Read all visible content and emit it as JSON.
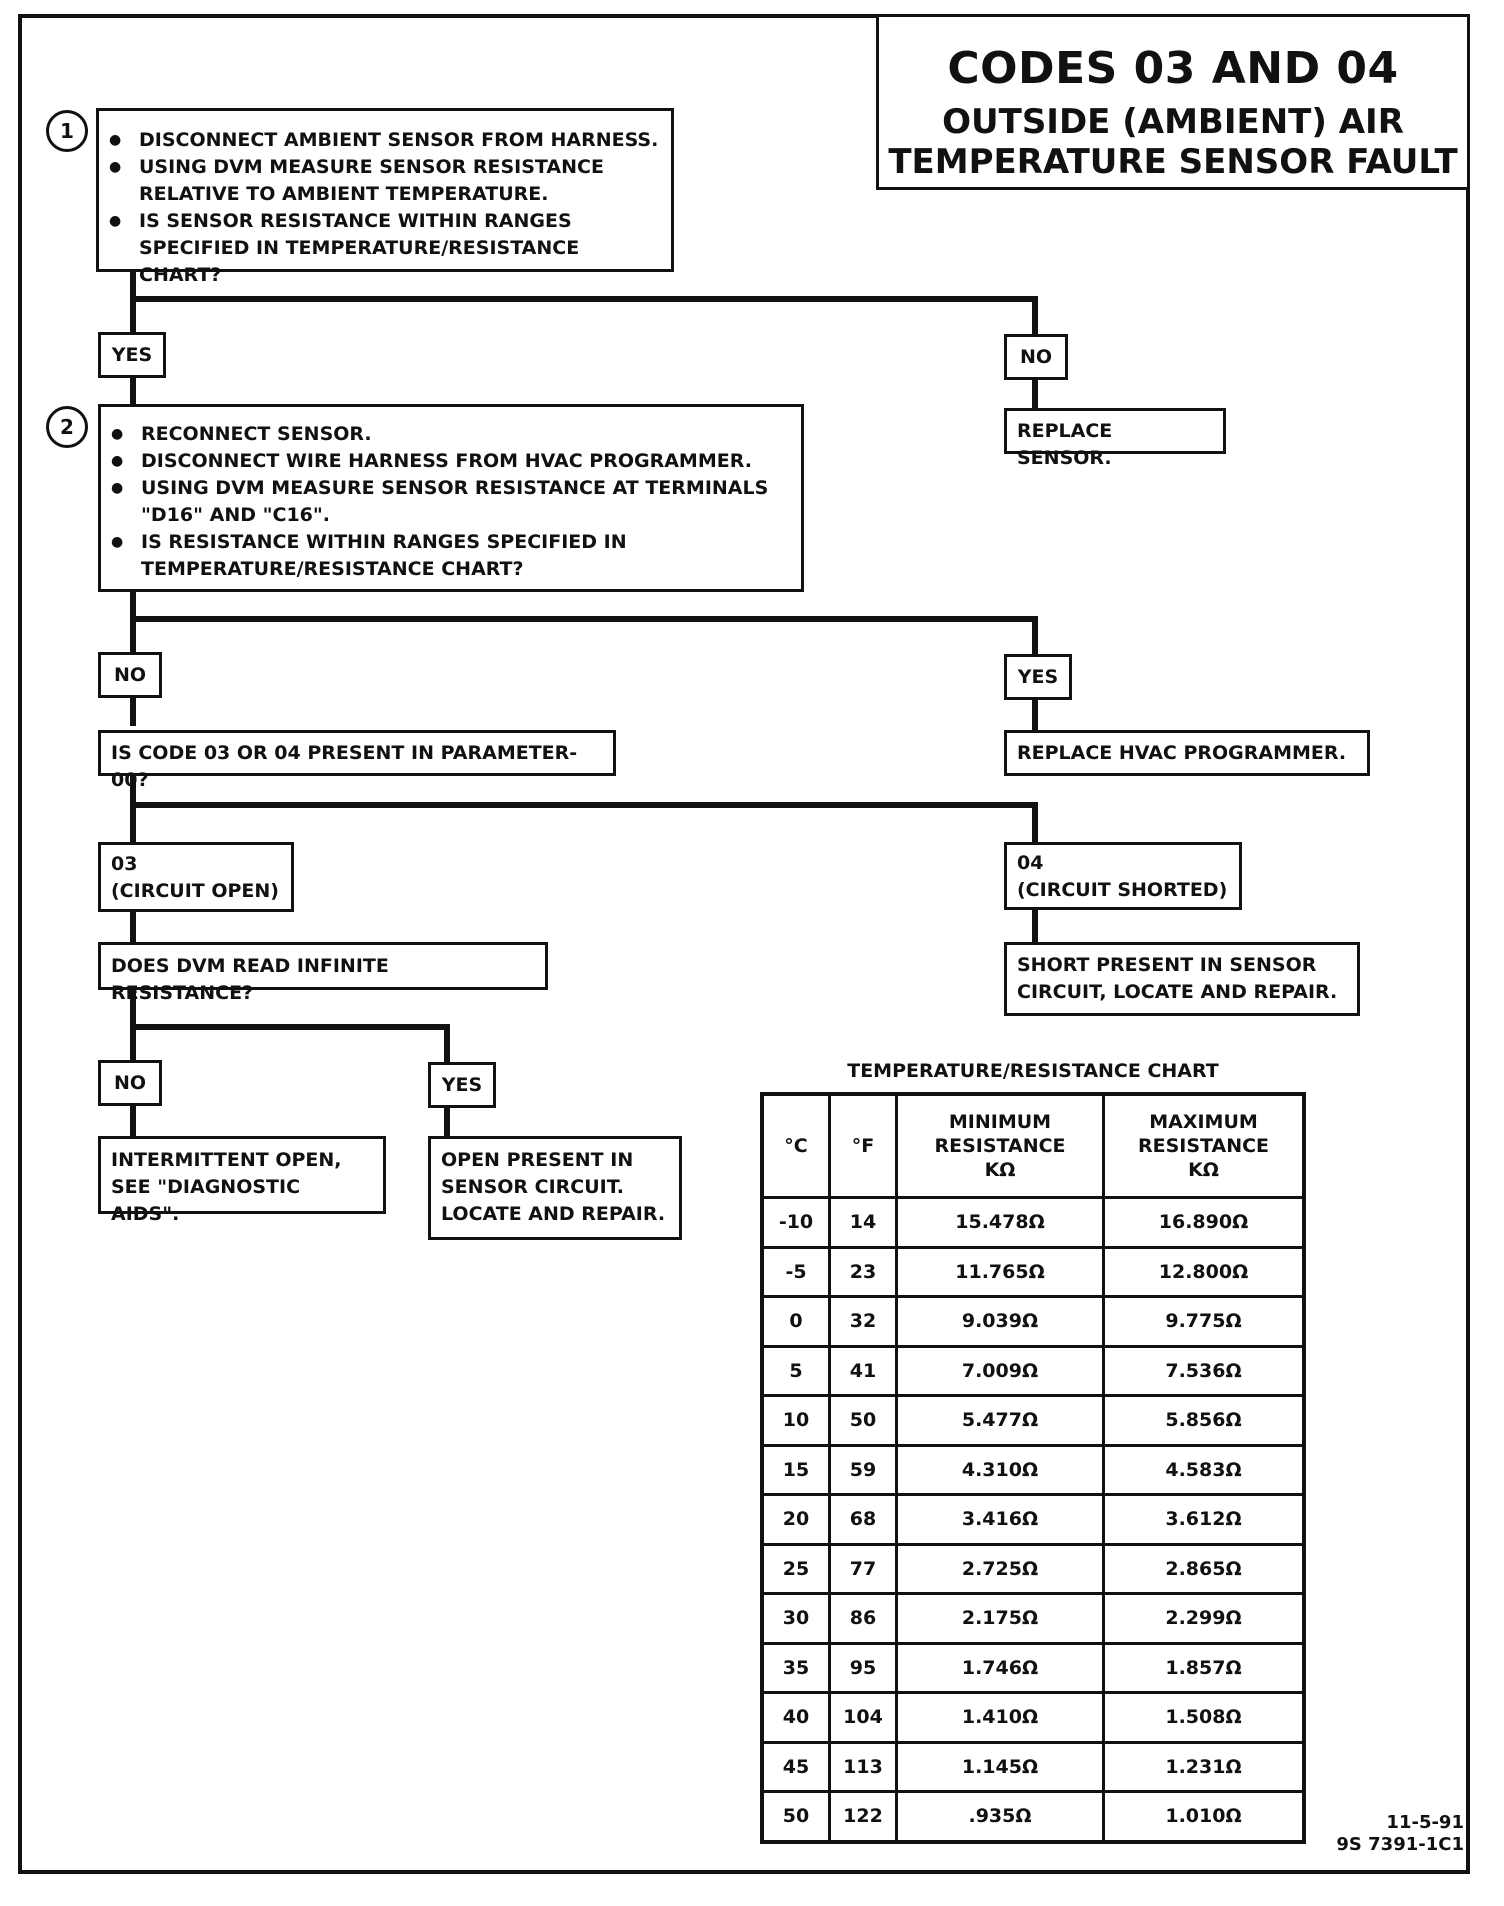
{
  "title": {
    "main": "CODES 03 AND 04",
    "sub_line1": "OUTSIDE (AMBIENT) AIR",
    "sub_line2": "TEMPERATURE SENSOR FAULT"
  },
  "steps": {
    "step1": {
      "number": "1",
      "items": [
        "DISCONNECT AMBIENT SENSOR FROM HARNESS.",
        "USING DVM MEASURE SENSOR RESISTANCE RELATIVE TO AMBIENT TEMPERATURE.",
        "IS SENSOR RESISTANCE WITHIN RANGES SPECIFIED IN TEMPERATURE/RESISTANCE CHART?"
      ]
    },
    "step2": {
      "number": "2",
      "items": [
        "RECONNECT SENSOR.",
        "DISCONNECT WIRE HARNESS FROM HVAC PROGRAMMER.",
        "USING DVM MEASURE SENSOR RESISTANCE AT TERMINALS \"D16\" AND \"C16\".",
        "IS RESISTANCE WITHIN RANGES SPECIFIED IN TEMPERATURE/RESISTANCE CHART?"
      ]
    }
  },
  "labels": {
    "yes": "YES",
    "no": "NO",
    "code03_line1": "03",
    "code03_line2": "(CIRCUIT OPEN)",
    "code04_line1": "04",
    "code04_line2": "(CIRCUIT SHORTED)"
  },
  "actions": {
    "replace_sensor": "REPLACE SENSOR.",
    "code_present": "IS CODE 03 OR 04 PRESENT IN PARAMETER-00?",
    "replace_programmer": "REPLACE HVAC PROGRAMMER.",
    "dvm_infinite": "DOES DVM READ INFINITE RESISTANCE?",
    "short_present_line1": "SHORT PRESENT IN SENSOR",
    "short_present_line2": "CIRCUIT, LOCATE AND REPAIR.",
    "intermittent_line1": "INTERMITTENT OPEN,",
    "intermittent_line2": "SEE \"DIAGNOSTIC AIDS\".",
    "open_present_line1": "OPEN PRESENT IN",
    "open_present_line2": "SENSOR CIRCUIT.",
    "open_present_line3": "LOCATE AND REPAIR."
  },
  "chart": {
    "title": "TEMPERATURE/RESISTANCE CHART",
    "headers": [
      "°C",
      "°F",
      "MINIMUM RESISTANCE KΩ",
      "MAXIMUM RESISTANCE KΩ"
    ],
    "rows": [
      [
        "-10",
        "14",
        "15.478Ω",
        "16.890Ω"
      ],
      [
        "-5",
        "23",
        "11.765Ω",
        "12.800Ω"
      ],
      [
        "0",
        "32",
        "9.039Ω",
        "9.775Ω"
      ],
      [
        "5",
        "41",
        "7.009Ω",
        "7.536Ω"
      ],
      [
        "10",
        "50",
        "5.477Ω",
        "5.856Ω"
      ],
      [
        "15",
        "59",
        "4.310Ω",
        "4.583Ω"
      ],
      [
        "20",
        "68",
        "3.416Ω",
        "3.612Ω"
      ],
      [
        "25",
        "77",
        "2.725Ω",
        "2.865Ω"
      ],
      [
        "30",
        "86",
        "2.175Ω",
        "2.299Ω"
      ],
      [
        "35",
        "95",
        "1.746Ω",
        "1.857Ω"
      ],
      [
        "40",
        "104",
        "1.410Ω",
        "1.508Ω"
      ],
      [
        "45",
        "113",
        "1.145Ω",
        "1.231Ω"
      ],
      [
        "50",
        "122",
        ".935Ω",
        "1.010Ω"
      ]
    ]
  },
  "footer": {
    "date": "11-5-91",
    "ref": "9S 7391-1C1"
  }
}
